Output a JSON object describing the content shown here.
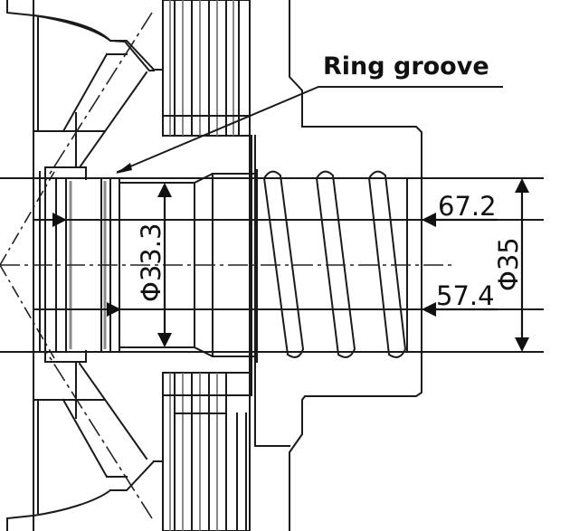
{
  "drawing": {
    "type": "technical-cross-section",
    "callouts": {
      "ring_groove": "Ring groove"
    },
    "dimensions": {
      "outer_length": "67.2",
      "inner_length": "57.4",
      "outer_diameter": "Φ35",
      "groove_diameter": "Φ33.3"
    },
    "colors": {
      "line": "#1a1a1a",
      "background": "#ffffff",
      "shading": "#8a8a8a"
    }
  }
}
